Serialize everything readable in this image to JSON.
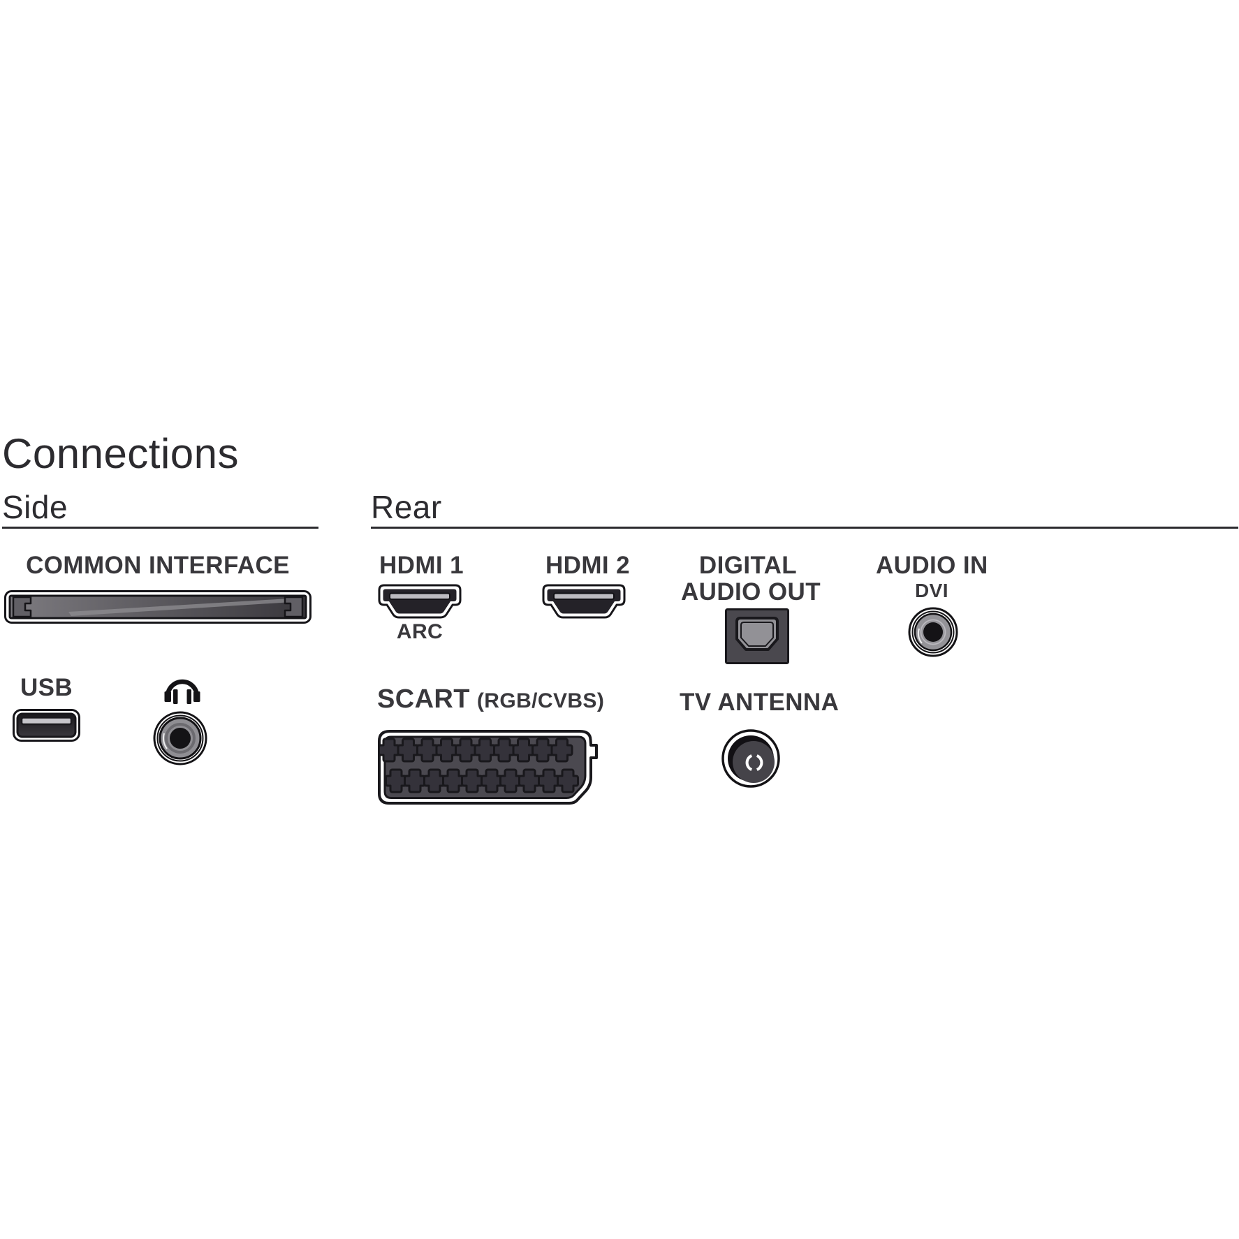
{
  "page": {
    "title": "Connections",
    "background": "#ffffff"
  },
  "side": {
    "heading": "Side",
    "common_interface": {
      "label": "COMMON INTERFACE"
    },
    "usb": {
      "label": "USB"
    },
    "headphones": {
      "icon": "headphones-icon"
    }
  },
  "rear": {
    "heading": "Rear",
    "hdmi1": {
      "label": "HDMI 1",
      "sublabel": "ARC"
    },
    "hdmi2": {
      "label": "HDMI 2"
    },
    "digital_audio_out": {
      "line1": "DIGITAL",
      "line2": "AUDIO OUT"
    },
    "audio_in": {
      "label": "AUDIO IN",
      "sublabel": "DVI"
    },
    "scart": {
      "label": "SCART",
      "sublabel": "(RGB/CVBS)"
    },
    "tv_antenna": {
      "label": "TV ANTENNA"
    }
  },
  "icons": {
    "common_interface_slot": "common-interface-slot-icon",
    "usb_port": "usb-port-icon",
    "headphones": "headphones-icon",
    "headphone_jack": "headphone-jack-icon",
    "hdmi_port_1": "hdmi-port-icon",
    "hdmi_port_2": "hdmi-port-icon",
    "optical_audio_port": "optical-audio-port-icon",
    "rca_jack": "rca-jack-icon",
    "scart_port": "scart-port-icon",
    "antenna_jack": "antenna-jack-icon"
  },
  "colors": {
    "background": "#ffffff",
    "heading_text": "#2c2b2f",
    "label_text": "#39383c",
    "rule_line": "#2c2b2f",
    "port_black": "#232128",
    "panel_gray": "#4b4950",
    "metal_gray": "#8f8e93",
    "slot_bar_gray": "#bcbbc0"
  }
}
